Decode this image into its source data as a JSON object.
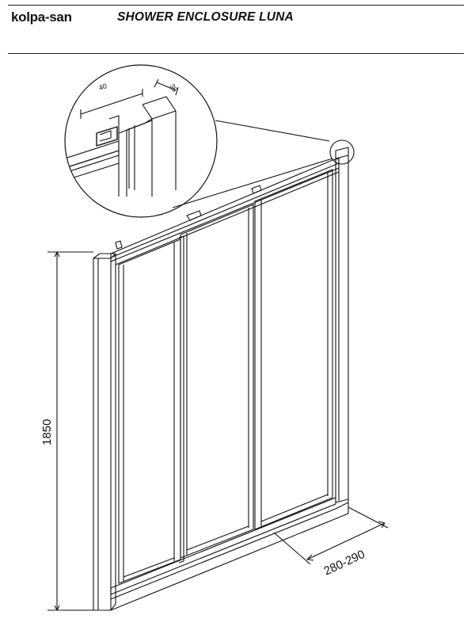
{
  "header": {
    "logo_text": "kolpa-san",
    "title": "SHOWER ENCLOSURE LUNA"
  },
  "dimensions": {
    "height_label": "1850",
    "depth_label": "280-290",
    "detail_width_label": "40",
    "detail_depth_label": "36"
  },
  "colors": {
    "line": "#111111",
    "background": "#ffffff"
  }
}
